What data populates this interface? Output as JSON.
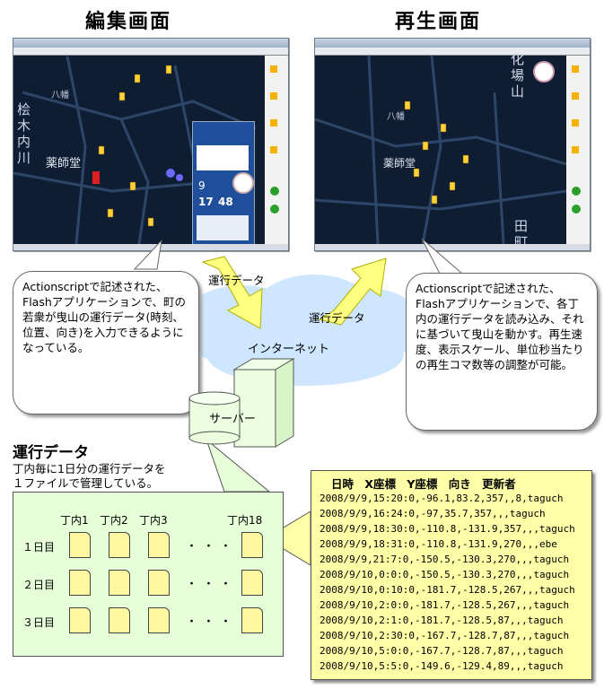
{
  "headings": {
    "edit": "編集画面",
    "play": "再生画面"
  },
  "edit_callout": "Actionscriptで記述された、Flashアプリケーションで、町の若衆が曳山の運行データ(時刻、位置、向き)を入力できるようになっている。",
  "play_callout": "Actionscriptで記述された、Flashアプリケーションで、各丁内の運行データを読み込み、それに基づいて曳山を動かす。再生速度、表示スケール、単位秒当たりの再生コマ数等の調整が可能。",
  "arrows": {
    "left": "運行データ",
    "right": "運行データ"
  },
  "internet": "インターネット",
  "server": "サーバー",
  "data_section": {
    "title": "運行データ",
    "desc1": "丁内毎に1日分の運行データを",
    "desc2": "１ファイルで管理している。",
    "columns": [
      "丁内1",
      "丁内2",
      "丁内3",
      "丁内18"
    ],
    "rows": [
      "１日目",
      "２日目",
      "３日目"
    ],
    "dots": "・・・"
  },
  "log": {
    "header": "日時 X座標 Y座標 向き 更新者",
    "lines": [
      "2008/9/9,15:20:0,-96.1,83.2,357,,8,taguch",
      "2008/9/9,16:24:0,-97,35.7,357,,,taguch",
      "2008/9/9,18:30:0,-110.8,-131.9,357,,,taguch",
      "2008/9/9,18:31:0,-110.8,-131.9,270,,,ebe",
      "2008/9/9,21:7:0,-150.5,-130.3,270,,,taguch",
      "2008/9/10,0:0:0,-150.5,-130.3,270,,,taguch",
      "2008/9/10,0:10:0,-181.7,-128.5,267,,,taguch",
      "2008/9/10,2:0:0,-181.7,-128.5,267,,,taguch",
      "2008/9/10,2:1:0,-181.7,-128.5,87,,,taguch",
      "2008/9/10,2:30:0,-167.7,-128.7,87,,,taguch",
      "2008/9/10,5:0:0,-167.7,-128.7,87,,,taguch",
      "2008/9/10,5:5:0,-149.6,-129.4,89,,,taguch"
    ]
  },
  "edit_screen": {
    "map_labels": [
      "桧木内川",
      "薬師堂",
      "八幡"
    ],
    "panel_numbers": [
      "9",
      "17",
      "48"
    ]
  },
  "play_screen": {
    "map_labels": [
      "化場山",
      "田町",
      "薬師堂",
      "八幡"
    ]
  }
}
